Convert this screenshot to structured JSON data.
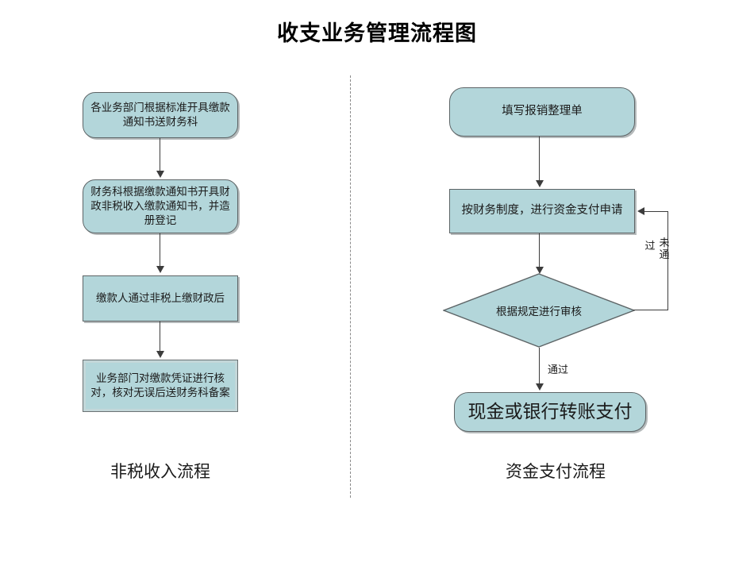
{
  "title": "收支业务管理流程图",
  "left_flow": {
    "caption": "非税收入流程",
    "nodes": [
      {
        "id": "n1",
        "shape": "rounded-rect",
        "text": "各业务部门根据标准开具缴款通知书送财务科"
      },
      {
        "id": "n2",
        "shape": "rounded-rect",
        "text": "财务科根据缴款通知书开具财政非税收入缴款通知书，并造册登记"
      },
      {
        "id": "n3",
        "shape": "rect",
        "text": "缴款人通过非税上缴财政后"
      },
      {
        "id": "n4",
        "shape": "rect-thick-border",
        "text": "业务部门对缴款凭证进行核对，核对无误后送财务科备案"
      }
    ],
    "connectors": [
      {
        "from": "n1",
        "to": "n2",
        "label": ""
      },
      {
        "from": "n2",
        "to": "n3",
        "label": ""
      },
      {
        "from": "n3",
        "to": "n4",
        "label": ""
      }
    ]
  },
  "right_flow": {
    "caption": "资金支付流程",
    "nodes": [
      {
        "id": "m1",
        "shape": "rounded-rect",
        "text": "填写报销整理单"
      },
      {
        "id": "m2",
        "shape": "rect",
        "text": "按财务制度，进行资金支付申请"
      },
      {
        "id": "m3",
        "shape": "diamond",
        "text": "根据规定进行审核"
      },
      {
        "id": "m4",
        "shape": "rounded-rect-large",
        "text": "现金或银行转账支付"
      }
    ],
    "connectors": [
      {
        "from": "m1",
        "to": "m2",
        "label": ""
      },
      {
        "from": "m2",
        "to": "m3",
        "label": ""
      },
      {
        "from": "m3",
        "to": "m4",
        "label": "通过"
      },
      {
        "from": "m3",
        "to": "m2",
        "label": "未通过",
        "label_orientation": "vertical",
        "routing": "right-feedback-loop"
      }
    ]
  },
  "colors": {
    "node_fill": "#b3d6da",
    "node_border": "#5d6466",
    "connector": "#3c3c3c",
    "divider": "#8a8a8a",
    "text": "#1b1b1b",
    "background": "#ffffff"
  },
  "feedback_label_columns": {
    "col_left": "过",
    "col_right": "未通"
  }
}
